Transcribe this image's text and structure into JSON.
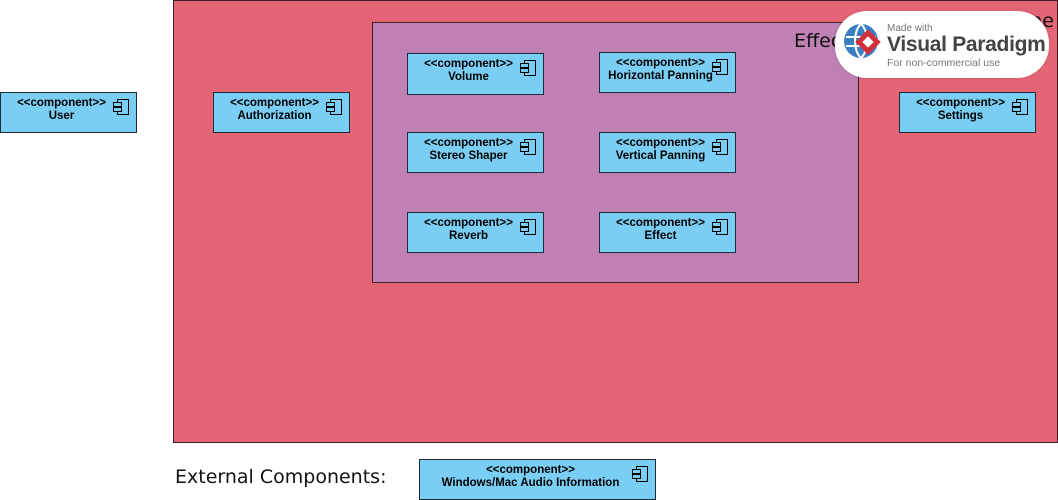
{
  "diagram": {
    "outer_container": {
      "title": "Plugin Frame"
    },
    "inner_container": {
      "title": "Effects"
    },
    "components": {
      "user": {
        "stereotype": "<<component>>",
        "name": "User"
      },
      "authorization": {
        "stereotype": "<<component>>",
        "name": "Authorization"
      },
      "settings": {
        "stereotype": "<<component>>",
        "name": "Settings"
      },
      "volume": {
        "stereotype": "<<component>>",
        "name": "Volume"
      },
      "horizontal_panning": {
        "stereotype": "<<component>>",
        "name": "Horizontal Panning"
      },
      "stereo_shaper": {
        "stereotype": "<<component>>",
        "name": "Stereo Shaper"
      },
      "vertical_panning": {
        "stereotype": "<<component>>",
        "name": "Vertical Panning"
      },
      "reverb": {
        "stereotype": "<<component>>",
        "name": "Reverb"
      },
      "effect": {
        "stereotype": "<<component>>",
        "name": "Effect"
      },
      "windows_mac_audio": {
        "stereotype": "<<component>>",
        "name": "Windows/Mac Audio Information"
      }
    },
    "external_label": "External Components:"
  },
  "watermark": {
    "made_with": "Made with",
    "brand": "Visual Paradigm",
    "note": "For non-commercial use"
  },
  "colors": {
    "outer_fill": "#e46576",
    "inner_fill": "#bf81b4",
    "component_fill": "#7acef4"
  }
}
